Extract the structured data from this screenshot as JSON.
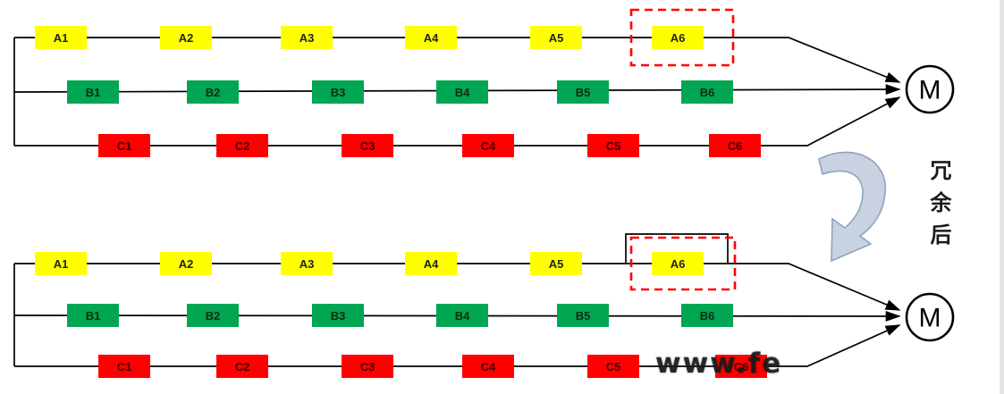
{
  "cells": {
    "a": [
      "A1",
      "A2",
      "A3",
      "A4",
      "A5",
      "A6"
    ],
    "b": [
      "B1",
      "B2",
      "B3",
      "B4",
      "B5",
      "B6"
    ],
    "c": [
      "C1",
      "C2",
      "C3",
      "C4",
      "C5",
      "C6"
    ]
  },
  "motor_label": "M",
  "annotation": {
    "text": "冗余后"
  },
  "watermark": {
    "text": "www.fe"
  },
  "colors": {
    "cell_a": "#ffff00",
    "cell_b": "#00a651",
    "cell_c": "#fe0000",
    "highlight_dashed": "#ff0000",
    "wire": "#000000",
    "redundancy_arrow_fill": "#c9d2e0",
    "redundancy_arrow_stroke": "#8ea3c0"
  }
}
